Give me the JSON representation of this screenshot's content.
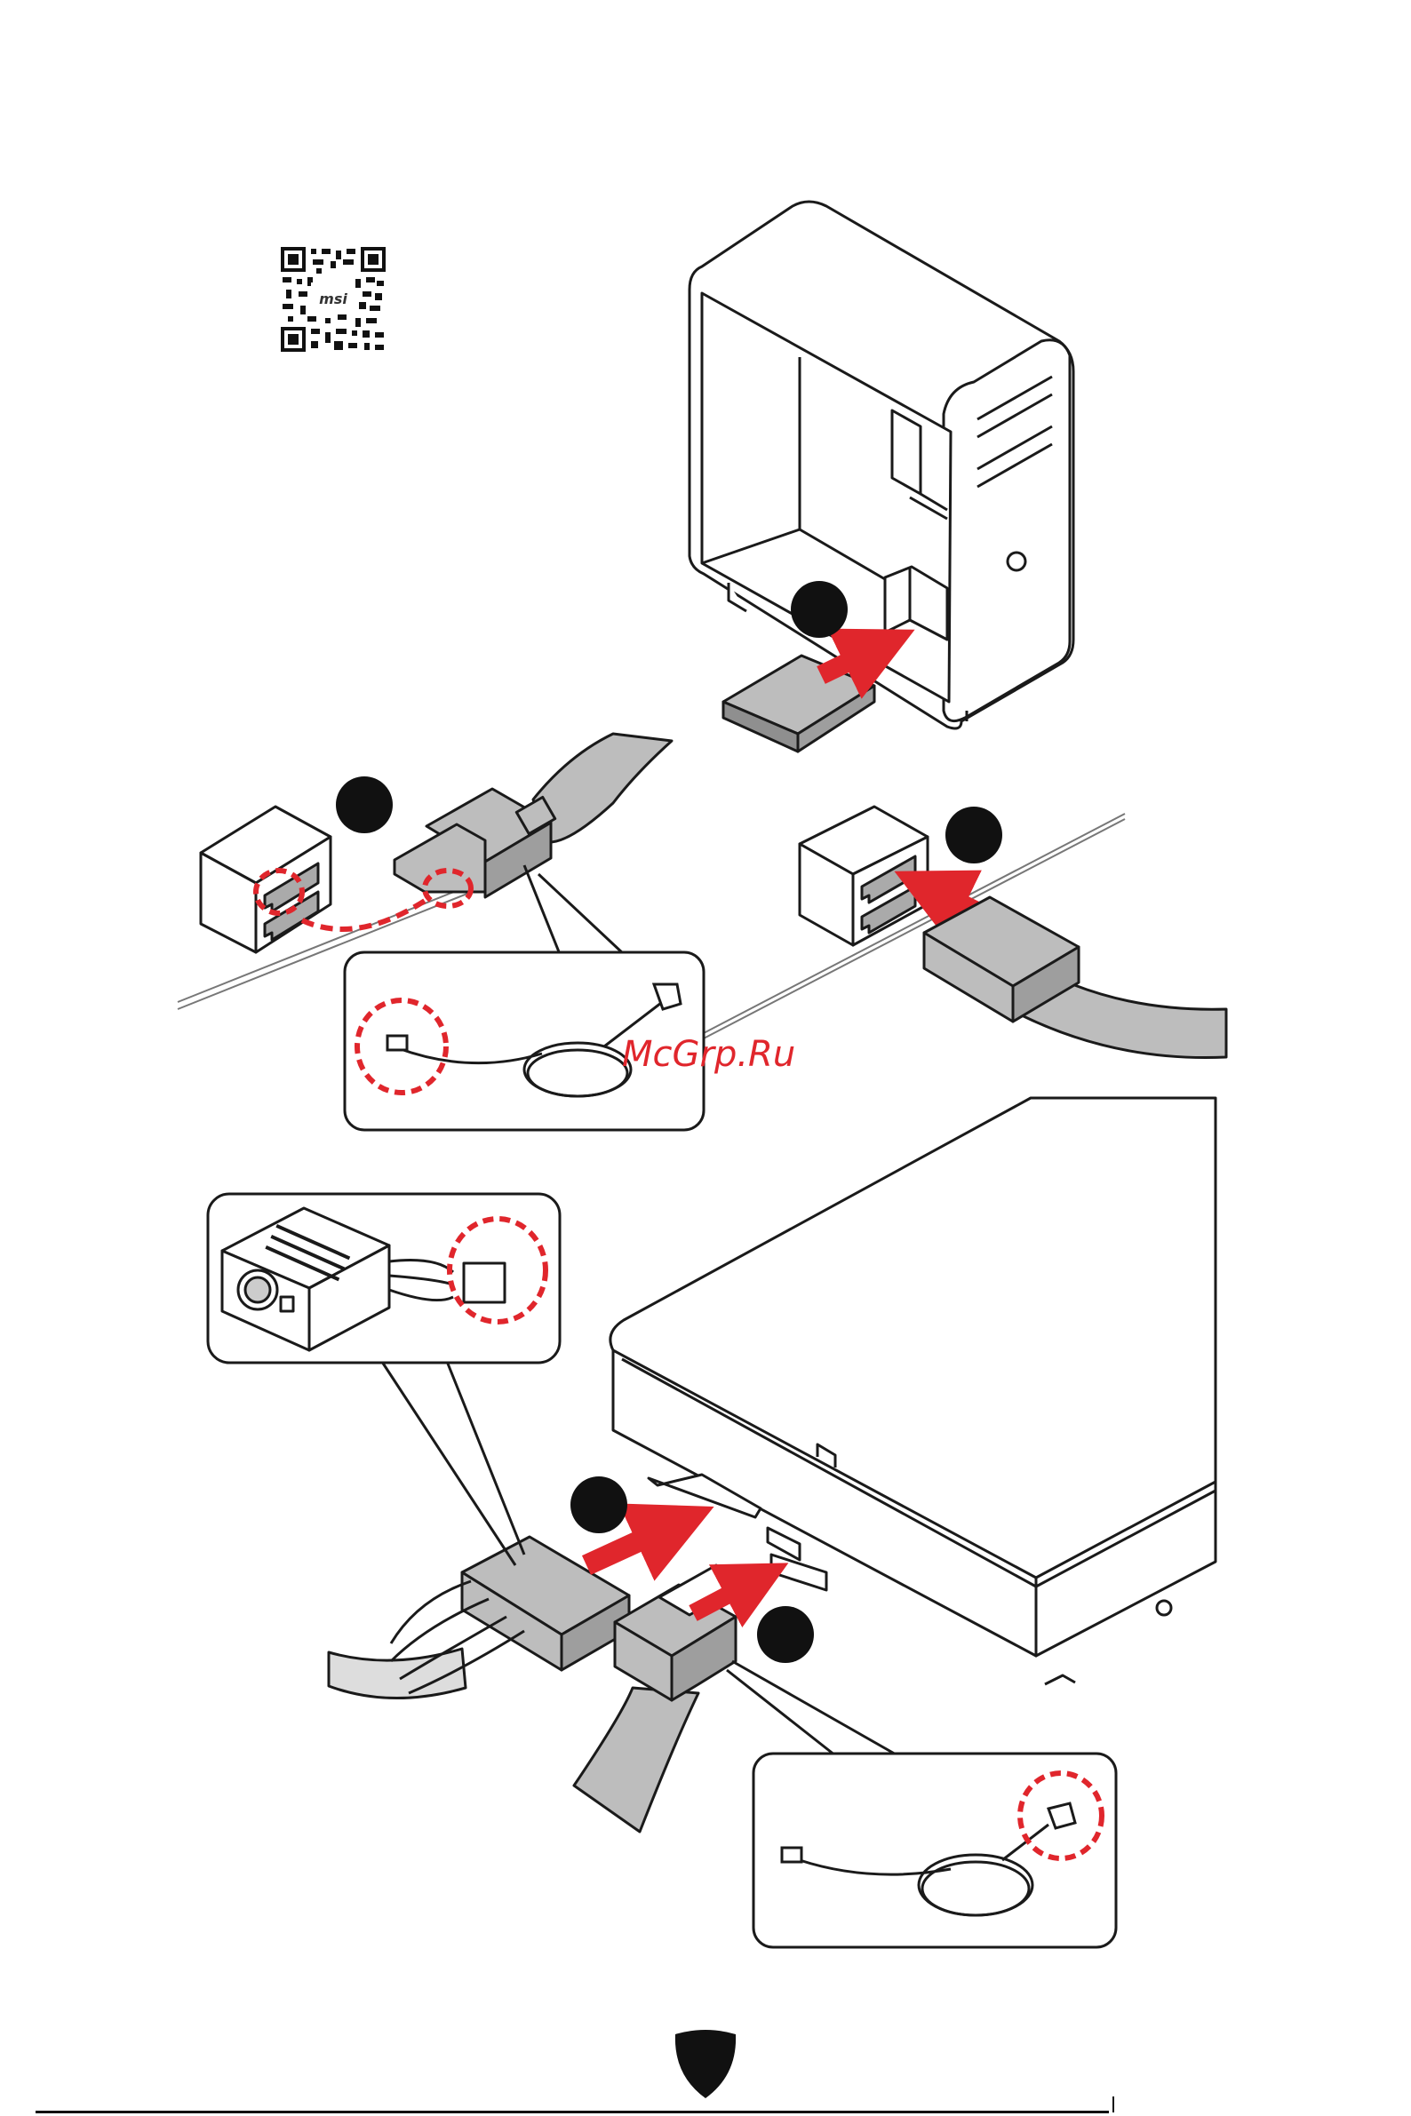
{
  "watermark": {
    "text": "McGrp.Ru",
    "color": "#e0262c"
  },
  "qr_code": {
    "logo_text": "msi"
  },
  "steps": [
    {
      "id": "step-install-drive",
      "icon": "step-marker-icon"
    },
    {
      "id": "step-locate-sata-port",
      "icon": "step-marker-icon"
    },
    {
      "id": "step-connect-sata-to-board",
      "icon": "step-marker-icon"
    },
    {
      "id": "step-connect-power",
      "icon": "step-marker-icon"
    },
    {
      "id": "step-connect-sata-to-drive",
      "icon": "step-marker-icon"
    }
  ],
  "callouts": [
    {
      "id": "sata-cable-board-end",
      "icon": "sata-cable-icon"
    },
    {
      "id": "psu-power-connector",
      "icon": "power-supply-icon"
    },
    {
      "id": "sata-cable-drive-end",
      "icon": "sata-cable-icon"
    }
  ],
  "colors": {
    "accent": "#e0262c",
    "line": "#1a1a1a",
    "fill_light": "#ffffff",
    "fill_gray": "#bdbdbd"
  },
  "footer": {
    "icon": "msi-shield-icon"
  }
}
